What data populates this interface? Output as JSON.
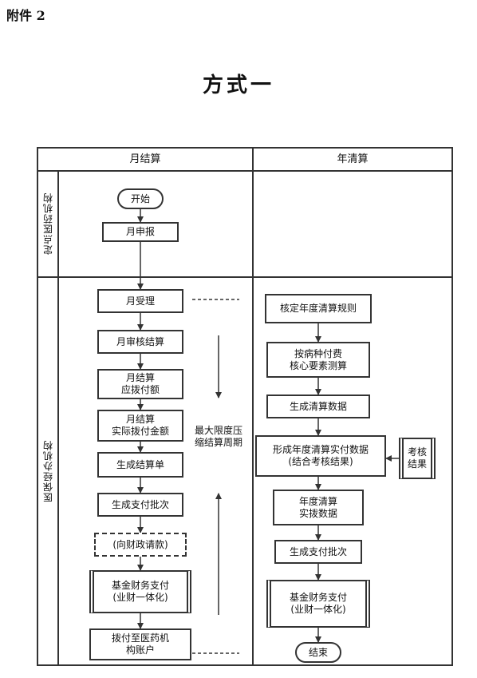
{
  "attachment": "附件 2",
  "title": "方式一",
  "columns": {
    "monthly": "月结算",
    "annual": "年清算"
  },
  "lanes": {
    "institution": "定点医药机构",
    "agency": "医保经办机构"
  },
  "monthly_steps": {
    "start": "开始",
    "declare": "月申报",
    "accept": "月受理",
    "audit": "月审核结算",
    "payable": [
      "月结算",
      "应拨付额"
    ],
    "actual": [
      "月结算",
      "实际拨付金额"
    ],
    "statement": "生成结算单",
    "batch": "生成支付批次",
    "request": "(向财政请款)",
    "fund_pay": [
      "基金财务支付",
      "(业财一体化)"
    ],
    "transfer": [
      "拨付至医药机",
      "构账户"
    ]
  },
  "cycle_label": [
    "最大限度压",
    "缩结算周期"
  ],
  "annual_steps": {
    "rules": "核定年度清算规则",
    "calc": [
      "按病种付费",
      "核心要素测算"
    ],
    "data": "生成清算数据",
    "form": [
      "形成年度清算实付数据",
      "(结合考核结果)"
    ],
    "assess": [
      "考核",
      "结果"
    ],
    "actual": [
      "年度清算",
      "实拨数据"
    ],
    "batch": "生成支付批次",
    "fund_pay": [
      "基金财务支付",
      "(业财一体化)"
    ],
    "end": "结束"
  }
}
